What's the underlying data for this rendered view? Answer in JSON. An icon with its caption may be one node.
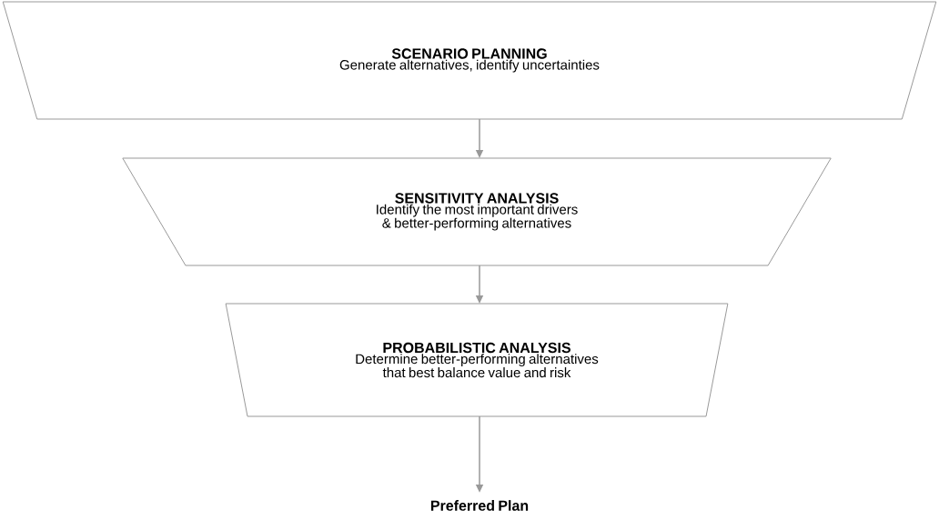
{
  "diagram": {
    "nodes": [
      {
        "text": [
          "SCENARIO PLANNING",
          "Generate alternatives, identify uncertainties"
        ]
      },
      {
        "text": [
          "SENSITIVITY ANALYSIS",
          "Identify the most important drivers & better-performing alternatives"
        ]
      },
      {
        "text": [
          "PROBABILISTIC ANALYSIS",
          "Determine better-performing alternatives that best balance value and risk"
        ]
      },
      {
        "text": [
          "Preferred Plan"
        ]
      }
    ],
    "edges": [
      {
        "from": 0,
        "to": 1,
        "arrow": "to"
      },
      {
        "from": 1,
        "to": 2,
        "arrow": "to"
      },
      {
        "from": 2,
        "to": 3,
        "arrow": "to"
      }
    ]
  }
}
